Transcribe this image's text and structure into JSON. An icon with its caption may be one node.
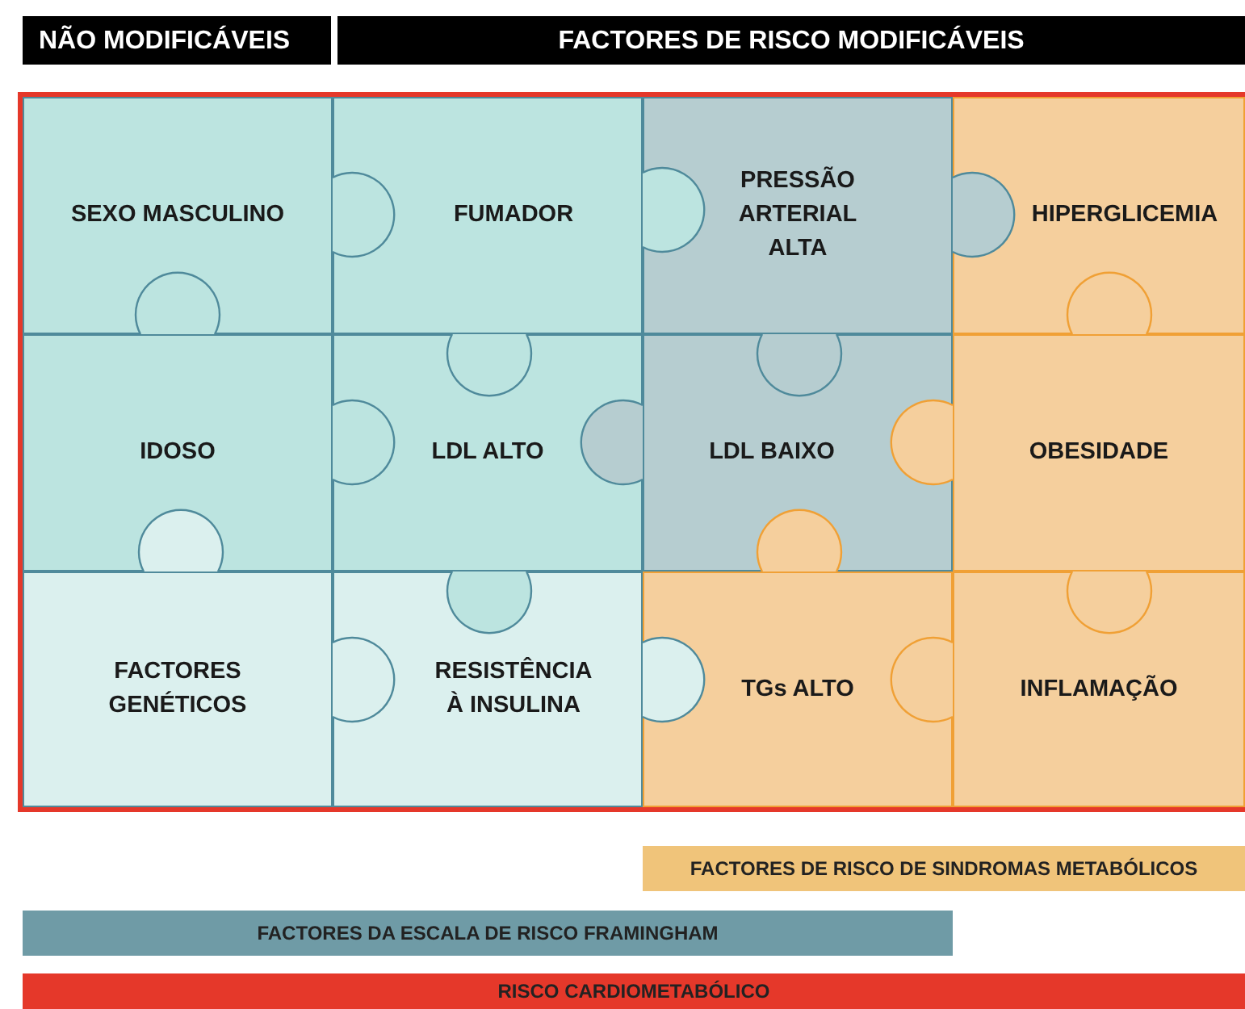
{
  "diagram": {
    "nodes": [
      {
        "text": [
          "NÃO MODIFICÁVEIS"
        ]
      },
      {
        "text": [
          "FACTORES DE RISCO MODIFICÁVEIS"
        ]
      },
      {
        "text": [
          "SEXO MASCULINO"
        ]
      },
      {
        "text": [
          "FUMADOR"
        ]
      },
      {
        "text": [
          "PRESSÃO ARTERIAL ALTA"
        ]
      },
      {
        "text": [
          "HIPERGLICEMIA"
        ]
      },
      {
        "text": [
          "IDOSO"
        ]
      },
      {
        "text": [
          "LDL ALTO"
        ]
      },
      {
        "text": [
          "LDL BAIXO"
        ]
      },
      {
        "text": [
          "OBESIDADE"
        ]
      },
      {
        "text": [
          "FACTORES GENÉTICOS"
        ]
      },
      {
        "text": [
          "RESISTÊNCIA À INSULINA"
        ]
      },
      {
        "text": [
          "TGs ALTO"
        ]
      },
      {
        "text": [
          "INFLAMAÇÃO"
        ]
      }
    ],
    "legend": [
      {
        "text": "FACTORES DE RISCO DE SINDROMAS METABÓLICOS",
        "color": "#f0c47a"
      },
      {
        "text": "FACTORES DA ESCALA DE RISCO FRAMINGHAM",
        "color": "#6f9ba6"
      },
      {
        "text": "RISCO CARDIOMETABÓLICO",
        "color": "#e5382a"
      }
    ]
  }
}
